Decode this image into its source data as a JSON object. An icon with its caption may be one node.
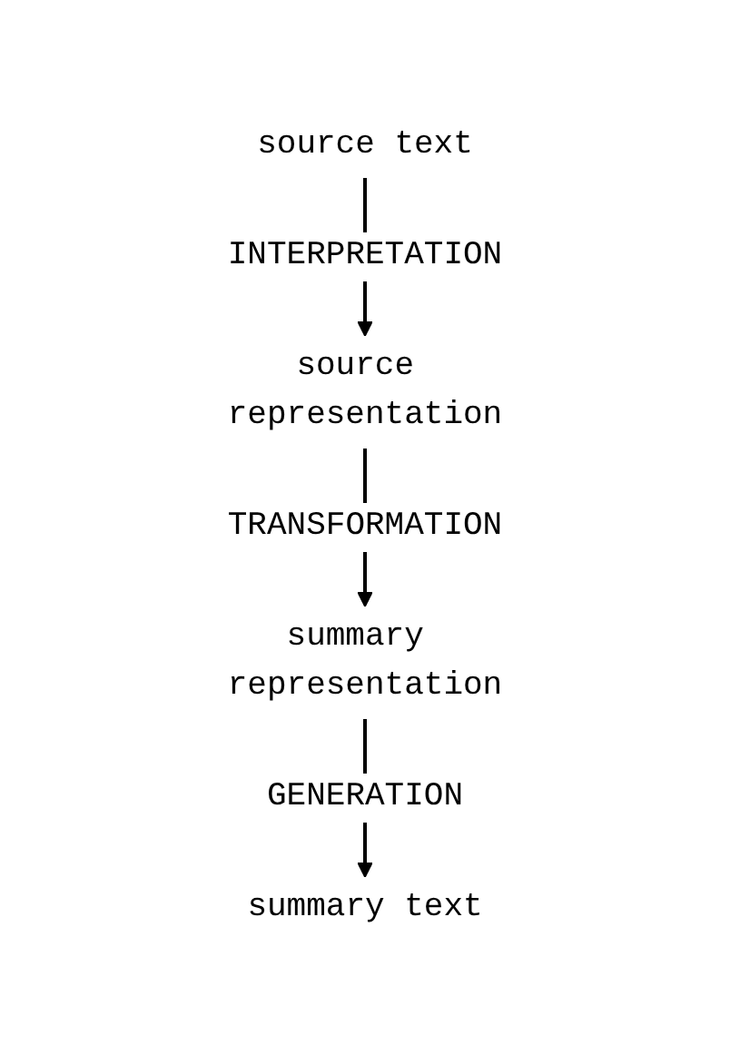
{
  "diagram": {
    "nodes": [
      {
        "text": [
          "source text"
        ]
      },
      {
        "text": [
          "source representation"
        ]
      },
      {
        "text": [
          "summary representation"
        ]
      },
      {
        "text": [
          "summary text"
        ]
      }
    ],
    "edges": [
      {
        "from": 0,
        "to": 1,
        "arrow": "to",
        "label": "INTERPRETATION"
      },
      {
        "from": 1,
        "to": 2,
        "arrow": "to",
        "label": "TRANSFORMATION"
      },
      {
        "from": 2,
        "to": 3,
        "arrow": "to",
        "label": "GENERATION"
      }
    ]
  }
}
